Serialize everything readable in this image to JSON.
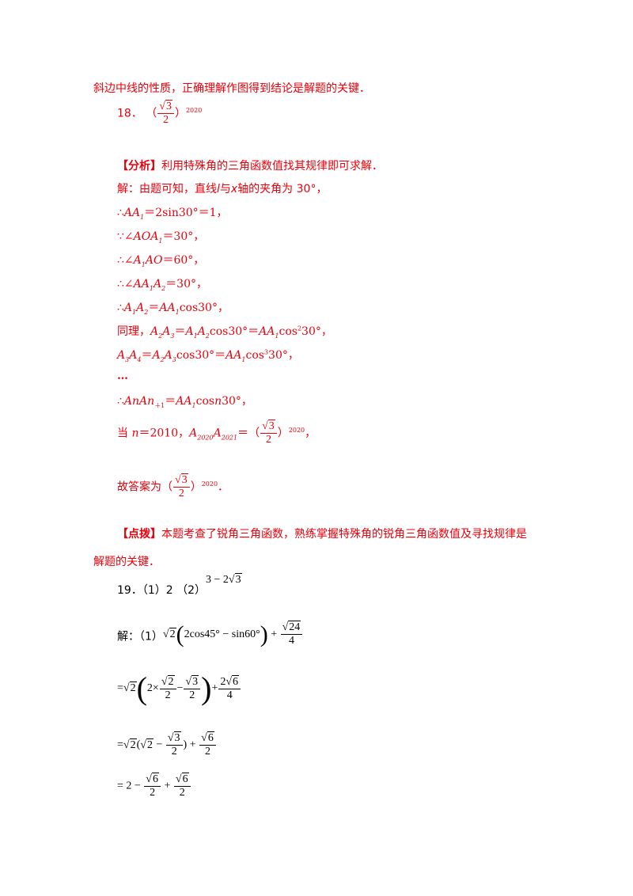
{
  "l1": "斜边中线的性质，正确理解作图得到结论是解题的关键．",
  "q18": {
    "num": "18．",
    "open": "（",
    "frac_num": "3",
    "frac_den": "2",
    "close": "）",
    "exp": "2020"
  },
  "analysis": {
    "tag": "【分析】",
    "text": "利用特殊角的三角函数值找其规律即可求解．"
  },
  "sol_intro": {
    "a": "解：由题可知，直线",
    "l": "l",
    "b": "与",
    "x": "x",
    "c": "轴的夹角为 30°，"
  },
  "s1": {
    "pre": "∴",
    "AA": "AA",
    "sub1": "1",
    "rest": "＝2sin30°＝1，"
  },
  "s2": {
    "pre": "∵∠",
    "A": "AOA",
    "sub1": "1",
    "rest": "＝30°，"
  },
  "s3": {
    "pre": "∴∠",
    "A": "A",
    "sub1": "1",
    "AO": "AO",
    "rest": "＝60°，"
  },
  "s4": {
    "pre": "∴∠",
    "AA": "AA",
    "sub1": "1",
    "A": "A",
    "sub2": "2",
    "rest": "＝30°，"
  },
  "s5": {
    "pre": "∴",
    "A1": "A",
    "sub1": "1",
    "A2": "A",
    "sub2": "2",
    "eq": "＝",
    "AA": "AA",
    "sub3": "1",
    "rest": "cos30°，"
  },
  "s6": {
    "pre": "同理，",
    "A2": "A",
    "sub2": "2",
    "A3": "A",
    "sub3": "3",
    "eq": "＝",
    "A1": "A",
    "sub1": "1",
    "A2b": "A",
    "sub2b": "2",
    "mid": "cos30°＝",
    "AA": "AA",
    "sub1b": "1",
    "cos": "cos",
    "sq": "2",
    "rest": "30°，"
  },
  "s7": {
    "A3": "A",
    "sub3": "3",
    "A4": "A",
    "sub4": "4",
    "eq": "＝",
    "A2": "A",
    "sub2": "2",
    "A3b": "A",
    "sub3b": "3",
    "mid": "cos30°＝",
    "AA": "AA",
    "sub1": "1",
    "cos": "cos",
    "cube": "3",
    "rest": "30°，"
  },
  "s8": "…",
  "s9": {
    "pre": "∴",
    "An": "AnAn",
    "sub": "＋1",
    "eq": "＝",
    "AA": "AA",
    "sub1": "1",
    "cos": "cos",
    "n": "n",
    "rest": "30°，"
  },
  "s10": {
    "a": "当 ",
    "n": "n",
    "b": "＝2010，",
    "A1": "A",
    "sub1": "2020",
    "A2": "A",
    "sub2": "2021",
    "eq": "＝（",
    "frac_num": "3",
    "frac_den": "2",
    "close": "）",
    "exp": "2020",
    "end": "，"
  },
  "s11": {
    "a": "故答案为（",
    "frac_num": "3",
    "frac_den": "2",
    "close": "）",
    "exp": "2020",
    "end": "．"
  },
  "tip": {
    "tag": "【点拨】",
    "text1": "本题考查了锐角三角函数，熟练掌握特殊角的锐角三角函数值及寻找规律是",
    "text2": "解题的关键．"
  },
  "q19": {
    "num": "19．（1）2 （2）",
    "ans": "3 − 2",
    "ans_rad": "3"
  },
  "q19s": {
    "label": "解：（1）",
    "rad": "2",
    "inner": "2cos45° − sin60°",
    "plus": " + ",
    "frac_num_rad": "24",
    "frac_den": "4"
  },
  "e2": {
    "eq": "=",
    "rad": "2",
    "two": "2×",
    "f1_num_rad": "2",
    "f1_den": "2",
    "minus": "−",
    "f2_num_rad": "3",
    "f2_den": "2",
    "plus": "+",
    "f3_coef": "2",
    "f3_num_rad": "6",
    "f3_den": "4"
  },
  "e3": {
    "eq": "=",
    "rad": "2",
    "open": "(",
    "rad2": "2",
    "minus": " − ",
    "f1_num_rad": "3",
    "f1_den": "2",
    "close": ")",
    "plus": " + ",
    "f2_num_rad": "6",
    "f2_den": "2"
  },
  "e4": {
    "eq": "= 2 − ",
    "f1_num_rad": "6",
    "f1_den": "2",
    "plus": " + ",
    "f2_num_rad": "6",
    "f2_den": "2"
  }
}
